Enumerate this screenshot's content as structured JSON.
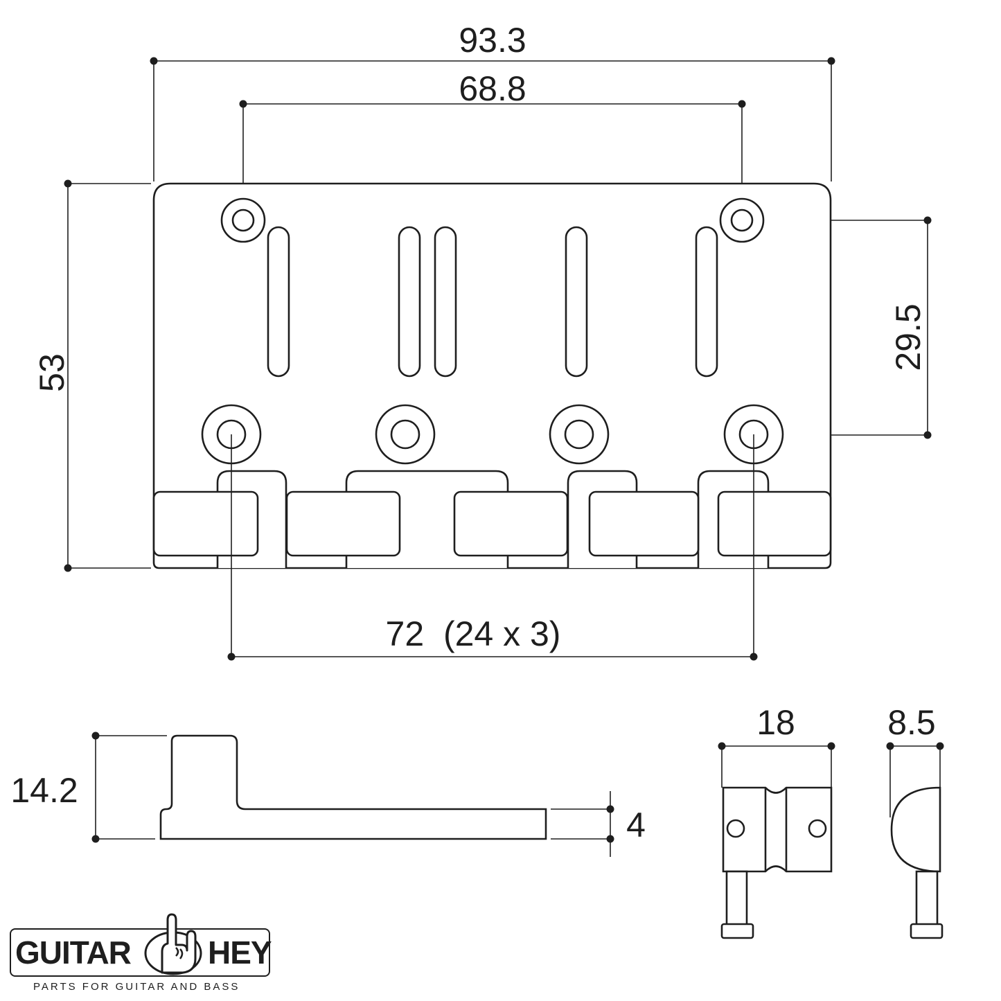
{
  "dimensions": {
    "overall_width": "93.3",
    "mount_hole_spacing": "68.8",
    "overall_depth": "53",
    "hole_row_spacing": "29.5",
    "string_spacing": "72  (24 x 3)",
    "side_height": "14.2",
    "plate_thickness": "4",
    "saddle_width": "18",
    "saddle_depth": "8.5"
  },
  "logo": {
    "left_word": "GUITAR",
    "right_word": "HEY",
    "tagline": "PARTS FOR GUITAR AND BASS",
    "icon": "rock-hand-icon"
  },
  "colors": {
    "line": "#1e1e1e",
    "background": "#ffffff"
  }
}
